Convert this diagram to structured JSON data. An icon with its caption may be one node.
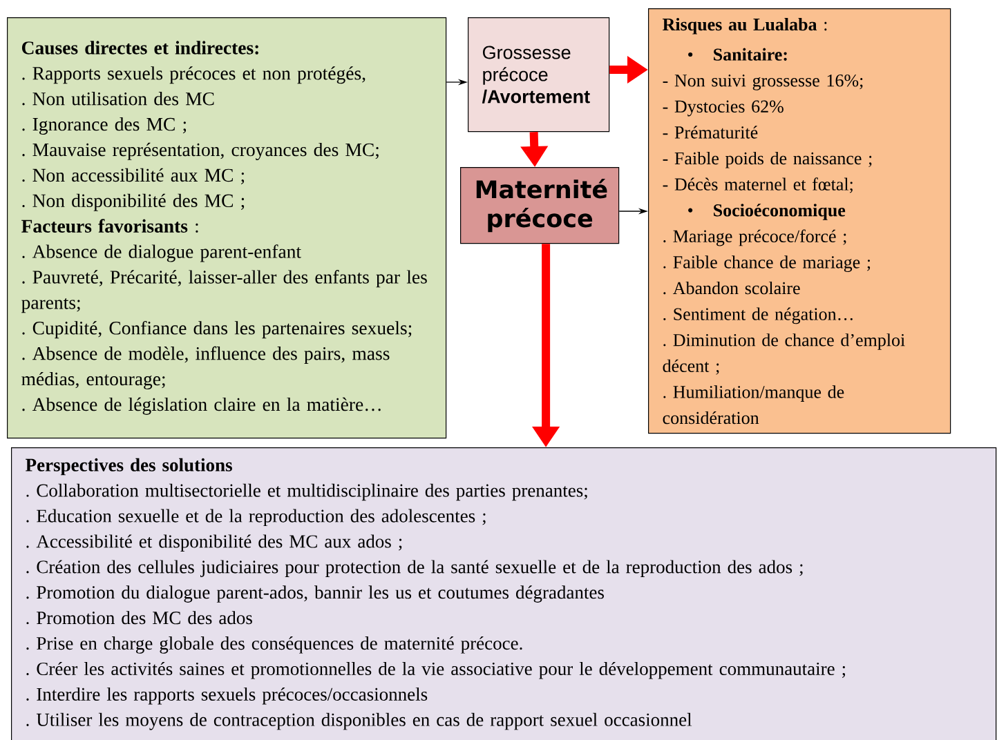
{
  "diagram": {
    "nodes": [
      {
        "text": [
          "Causes directes et indirectes:",
          ". Rapports sexuels précoces et non protégés,",
          ". Non utilisation des MC",
          ". Ignorance des MC ;",
          ". Mauvaise représentation, croyances des MC;",
          ". Non accessibilité aux MC ;",
          ". Non disponibilité des MC ;",
          "**Facteurs favorisants** :",
          ". Absence de dialogue parent-enfant",
          ". Pauvreté, Précarité, laisser-aller des enfants par les parents;",
          ". Cupidité, Confiance dans les partenaires sexuels;",
          ". Absence de modèle, influence des pairs, mass médias, entourage;",
          ". Absence de législation claire en la matière…"
        ]
      },
      {
        "text": [
          "Grossesse précoce **/Avortement**"
        ]
      },
      {
        "text": [
          "Maternité précoce"
        ]
      },
      {
        "text": [
          "**Risques au Lualaba** :",
          "Sanitaire:",
          "- Non suivi grossesse 16%;",
          "- Dystocies 62%",
          "- Prématurité",
          "- Faible poids de naissance ;",
          "- Décès maternel et fœtal;",
          "Socioéconomique",
          ". Mariage précoce/forcé ;",
          ". Faible chance de mariage ;",
          ". Abandon scolaire",
          ". Sentiment de négation…",
          " . Diminution de chance d’emploi décent ;",
          ". Humiliation/manque de considération"
        ]
      },
      {
        "text": [
          "Perspectives des solutions",
          ". Collaboration multisectorielle et multidisciplinaire des parties prenantes;",
          ". Education sexuelle et de la reproduction des adolescentes ;",
          ". Accessibilité et disponibilité des MC aux ados ;",
          ". Création des cellules judiciaires pour protection de la santé sexuelle et de la reproduction des ados ;",
          ". Promotion du dialogue parent-ados, bannir les us et coutumes dégradantes",
          ". Promotion des MC des ados",
          ". Prise en charge globale des conséquences de maternité précoce.",
          ". Créer les activités saines et promotionnelles de la vie associative pour le développement communautaire ;",
          ". Interdire les rapports sexuels précoces/occasionnels",
          " . Utiliser les moyens de contraception disponibles en cas de rapport sexuel occasionnel"
        ]
      }
    ],
    "edges": [
      {
        "from": 0,
        "to": 1,
        "arrow": "to",
        "color": "#000000"
      },
      {
        "from": 1,
        "to": 3,
        "arrow": "to"
      },
      {
        "from": 1,
        "to": 2,
        "arrow": "to"
      },
      {
        "from": 2,
        "to": 3,
        "arrow": "to",
        "color": "#000000"
      },
      {
        "from": 2,
        "to": 4,
        "arrow": "to"
      }
    ],
    "labels": [
      "•",
      "•"
    ]
  }
}
